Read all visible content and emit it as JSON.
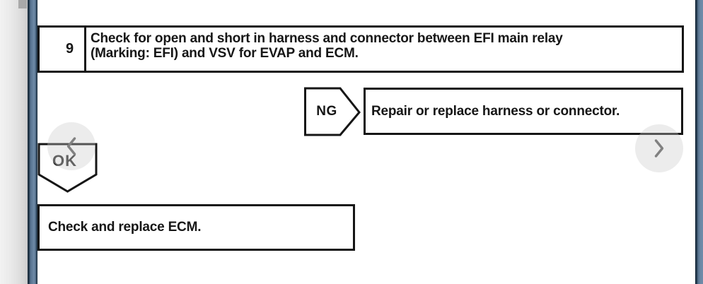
{
  "colors": {
    "paper": "#ffffff",
    "line": "#161616",
    "text": "#161616",
    "strip-thumb": "#a9a9a9",
    "edge-dark": "#1f3344",
    "edge-mid": "#66829f",
    "nav-circle": "rgba(200,200,200,0.35)",
    "chevron": "#818181"
  },
  "window": {
    "scrollbar": {
      "thumb_position": "top"
    },
    "nav": {
      "prev_icon": "chevron-left",
      "next_icon": "chevron-right"
    }
  },
  "flowchart": {
    "step": {
      "number": "9",
      "instruction_line1": "Check for open and short in harness and connector between EFI main relay",
      "instruction_line2": "(Marking: EFI) and VSV for EVAP and ECM."
    },
    "ng": {
      "label": "NG",
      "result": "Repair or replace harness or connector."
    },
    "ok": {
      "label": "OK",
      "result": "Check and replace ECM."
    }
  }
}
